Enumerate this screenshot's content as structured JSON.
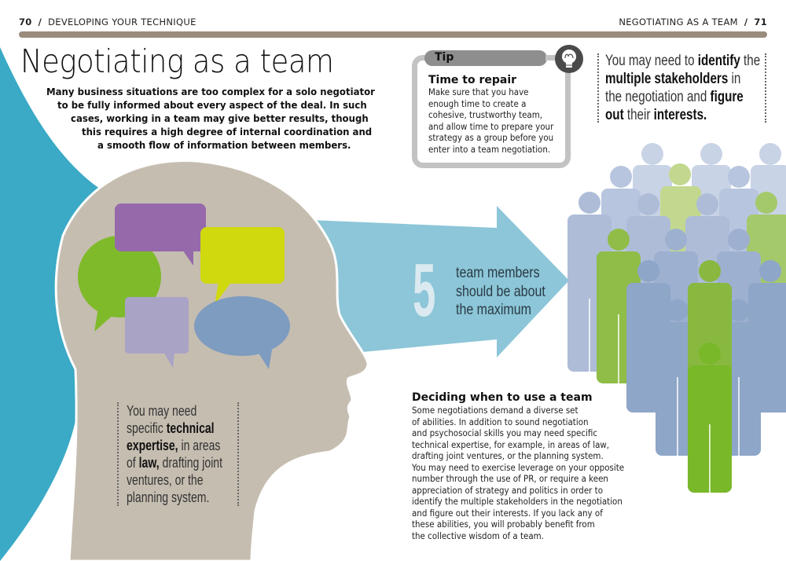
{
  "header": {
    "left_page_number": "70",
    "left_section": "DEVELOPING YOUR TECHNIQUE",
    "right_section": "NEGOTIATING AS A TEAM",
    "right_page_number": "71",
    "separator": "/"
  },
  "title": "Negotiating as a team",
  "intro": {
    "lines": [
      "Many business situations are too complex for a solo negotiator",
      "to be fully informed about every aspect of the deal. In such",
      "cases, working in a team may give better results, though",
      "this requires a high degree of internal coordination and",
      "a smooth flow of information between members."
    ]
  },
  "tip": {
    "label": "Tip",
    "icon": "lightbulb-icon",
    "heading": "Time to repair",
    "lines": [
      "Make sure that you have",
      "enough time to create a",
      "cohesive, trustworthy team,",
      "and allow time to prepare your",
      "strategy as a group before you",
      "enter into a team negotiation."
    ]
  },
  "stakeholder_quote": {
    "l1_a": "You may need to ",
    "l1_b": "identify",
    "l1_c": " the",
    "l2_a": "multiple stakeholders",
    "l2_b": " in",
    "l3_a": "the negotiation and ",
    "l3_b": "figure",
    "l4_a": "out",
    "l4_b": " their ",
    "l4_c": "interests."
  },
  "expertise_quote": {
    "l1": "You may need",
    "l2_a": "specific ",
    "l2_b": "technical",
    "l3_a": "expertise,",
    "l3_b": " in areas",
    "l4_a": "of ",
    "l4_b": "law,",
    "l4_c": " drafting joint",
    "l5": "ventures, or the",
    "l6": "planning system."
  },
  "stat": {
    "number": "5",
    "lines": [
      "team members",
      "should be about",
      "the maximum"
    ]
  },
  "section": {
    "heading": "Deciding when to use a team",
    "lines": [
      "Some negotiations demand a diverse set",
      "of abilities. In addition to sound negotiation",
      "and psychosocial skills you may need specific",
      "technical expertise, for example, in areas of law,",
      "drafting joint ventures, or the planning system.",
      "You may need to exercise leverage on your opposite",
      "number through the use of PR, or require a keen",
      "appreciation of strategy and politics in order to",
      "identify the multiple stakeholders in the negotiation",
      "and figure out their interests. If you lack any of",
      "these abilities, you will probably benefit from",
      "the collective wisdom of a team."
    ]
  },
  "colors": {
    "rule": "#9a8c7c",
    "teal_swoosh": "#3aaac6",
    "arrow": "#8cc6d8",
    "head": "#c5bdb0",
    "bubble_purple": "#9669ab",
    "bubble_green": "#7fba2a",
    "bubble_yellow": "#d0d80e",
    "bubble_lavender": "#a9a3c6",
    "bubble_blue": "#7e9bc0",
    "person_green": "#79b829",
    "person_blue": "#8ea6c8"
  }
}
